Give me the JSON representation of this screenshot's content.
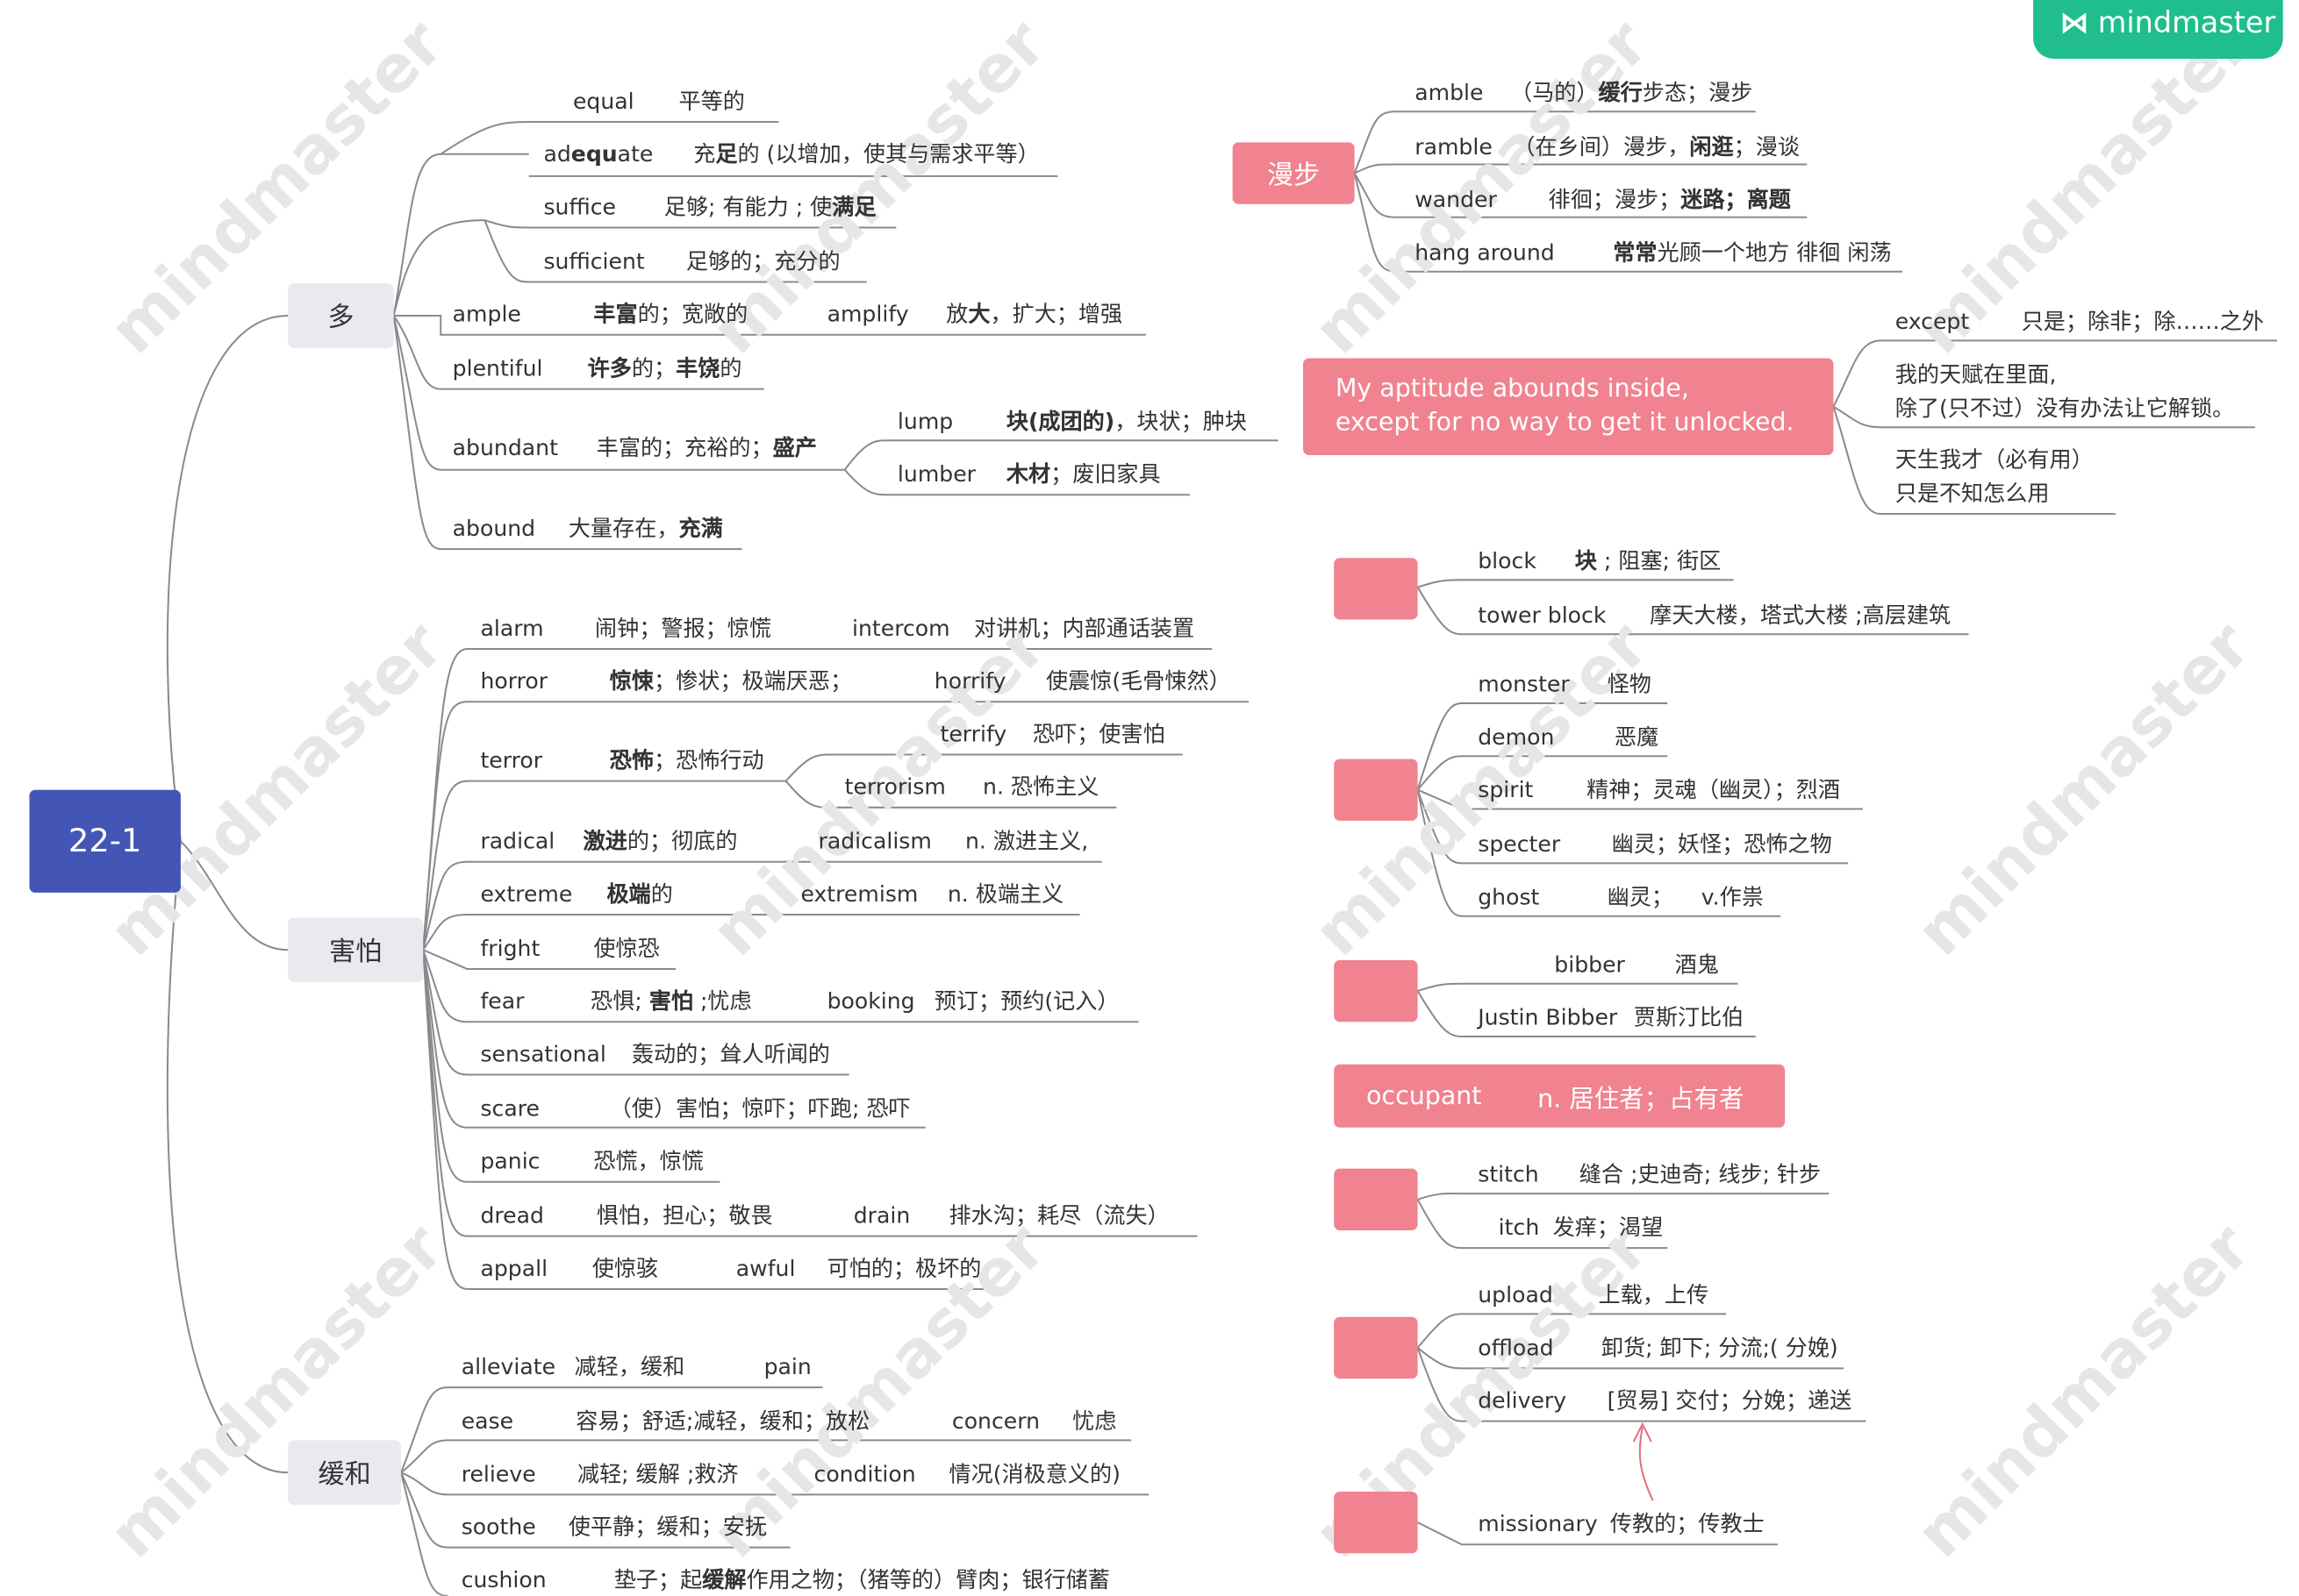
{
  "root": "22-1",
  "branches": {
    "duo": "多",
    "haipa": "害怕",
    "huanhe": "缓和",
    "manbu": "漫步"
  },
  "duo_items": {
    "equal": {
      "en": "equal",
      "cn": "平等的"
    },
    "adequate": {
      "en_a": "ad",
      "en_b": "equ",
      "en_c": "ate",
      "cn_a": "充",
      "cn_b": "足",
      "cn_c": "的 (以增加，使其与需求平等）"
    },
    "suffice": {
      "en": "suffice",
      "cn_a": "足够; 有能力 ; 使",
      "cn_b": "满足"
    },
    "sufficient": {
      "en": "sufficient",
      "cn": "足够的；充分的"
    },
    "ample": {
      "en": "ample",
      "cn_b": "丰富",
      "cn_a": "的；宽敞的",
      "en2": "amplify",
      "cn2_a": "放",
      "cn2_b": "大",
      "cn2_c": "，扩大；增强"
    },
    "plentiful": {
      "en": "plentiful",
      "cn_b1": "许多",
      "cn_a": "的；",
      "cn_b2": "丰饶",
      "cn_c": "的"
    },
    "abundant": {
      "en": "abundant",
      "cn_a": "丰富的；充裕的；",
      "cn_b": "盛产"
    },
    "lump": {
      "en": "lump",
      "cn_b": "块(成团的)",
      "cn_a": "，块状；肿块"
    },
    "lumber": {
      "en": "lumber",
      "cn_b": "木材",
      "cn_a": "；废旧家具"
    },
    "abound": {
      "en": "abound",
      "cn_a": "大量存在，",
      "cn_b": "充满"
    }
  },
  "haipa_items": {
    "alarm": {
      "en": "alarm",
      "cn": "闹钟；警报；惊慌",
      "en2": "intercom",
      "cn2": "对讲机；内部通话装置"
    },
    "horror": {
      "en": "horror",
      "cn_b": "惊悚",
      "cn_a": "；惨状；极端厌恶；",
      "en2": "horrify",
      "cn2": "使震惊(毛骨悚然）"
    },
    "terror": {
      "en": "terror",
      "cn_b": "恐怖",
      "cn_a": "；恐怖行动"
    },
    "terrify": {
      "en": "terrify",
      "cn": "恐吓；使害怕"
    },
    "terrorism": {
      "en": "terrorism",
      "cn": "n. 恐怖主义"
    },
    "radical": {
      "en": "radical",
      "cn_b": "激进",
      "cn_a": "的；彻底的",
      "en2": "radicalism",
      "cn2": "n. 激进主义,"
    },
    "extreme": {
      "en": "extreme",
      "cn_b": "极端",
      "cn_a": "的",
      "en2": "extremism",
      "cn2": "n. 极端主义"
    },
    "fright": {
      "en": "fright",
      "cn": "使惊恐"
    },
    "fear": {
      "en": "fear",
      "cn_a": "恐惧; ",
      "cn_b": "害怕",
      "cn_c": " ;忧虑",
      "en2": "booking",
      "cn2": "预订；预约(记入）"
    },
    "sensational": {
      "en": "sensational",
      "cn": "轰动的；耸人听闻的"
    },
    "scare": {
      "en": "scare",
      "cn": "（使）害怕；惊吓；吓跑; 恐吓"
    },
    "panic": {
      "en": "panic",
      "cn": "恐慌，惊慌"
    },
    "dread": {
      "en": "dread",
      "cn": "惧怕，担心；敬畏",
      "en2": "drain",
      "cn2": "排水沟；耗尽（流失）"
    },
    "appall": {
      "en": "appall",
      "cn": "使惊骇",
      "en2": "awful",
      "cn2": "可怕的；极坏的"
    }
  },
  "huanhe_items": {
    "alleviate": {
      "en": "alleviate",
      "cn": "减轻，缓和",
      "en2": "pain"
    },
    "ease": {
      "en": "ease",
      "cn": "容易；舒适;减轻，缓和；放松",
      "en2": "concern",
      "cn2": "忧虑"
    },
    "relieve": {
      "en": "relieve",
      "cn": "减轻; 缓解 ;救济",
      "en2": "condition",
      "cn2": "情况(消极意义的)"
    },
    "soothe": {
      "en": "soothe",
      "cn": "使平静；缓和；安抚"
    },
    "cushion": {
      "en": "cushion",
      "cn_a": "垫子；起",
      "cn_b": "缓解",
      "cn_c": "作用之物；（猪等的）臂肉；银行储蓄"
    }
  },
  "manbu_items": {
    "amble": {
      "en": "amble",
      "cn_a": "（马的）",
      "cn_b": "缓行",
      "cn_c": "步态；漫步"
    },
    "ramble": {
      "en": "ramble",
      "cn_a": "（在乡间）漫步，",
      "cn_b": "闲逛",
      "cn_c": "；漫谈"
    },
    "wander": {
      "en": "wander",
      "cn_a": "徘徊；漫步；",
      "cn_b": "迷路；离题"
    },
    "hang_around": {
      "en": "hang around",
      "cn_b": "常常",
      "cn_a": "光顾一个地方 徘徊 闲荡"
    }
  },
  "sentence": {
    "line1": "My aptitude abounds inside,",
    "line2": "except for no way to get it unlocked.",
    "except": {
      "en": "except",
      "cn": "只是；除非；除……之外"
    },
    "note1_l1": "我的天赋在里面,",
    "note1_l2": "除了(只不过）没有办法让它解锁。",
    "note2_l1": "天生我才（必有用）",
    "note2_l2": "只是不知怎么用"
  },
  "block_group": {
    "block": {
      "en": "block",
      "cn_b": "块",
      "cn_a": " ; 阻塞; 街区"
    },
    "tower_block": {
      "en": "tower block",
      "cn": "摩天大楼，塔式大楼 ;高层建筑"
    }
  },
  "monster_group": {
    "monster": {
      "en": "monster",
      "cn": "怪物"
    },
    "demon": {
      "en": "demon",
      "cn": "恶魔"
    },
    "spirit": {
      "en": "spirit",
      "cn": "精神；灵魂（幽灵）；烈酒"
    },
    "specter": {
      "en": "specter",
      "cn": "幽灵；妖怪；恐怖之物"
    },
    "ghost": {
      "en": "ghost",
      "cn": "幽灵；",
      "cn2": "v.作祟"
    }
  },
  "bibber_group": {
    "bibber": {
      "en": "bibber",
      "cn": "酒鬼"
    },
    "justin": {
      "en": "Justin Bibber",
      "cn": "贾斯汀比伯"
    }
  },
  "occupant": {
    "en": "occupant",
    "cn": "n. 居住者；占有者"
  },
  "stitch_group": {
    "stitch": {
      "en": "stitch",
      "cn": "缝合 ;史迪奇; 线步; 针步"
    },
    "itch": {
      "en": "itch",
      "cn": "发痒；渴望"
    }
  },
  "upload_group": {
    "upload": {
      "en": "upload",
      "cn": "上载，上传"
    },
    "offload": {
      "en": "offload",
      "cn": "卸货; 卸下; 分流;( 分娩)"
    },
    "delivery": {
      "en": "delivery",
      "cn": "[贸易] 交付；分娩；递送"
    }
  },
  "missionary": {
    "en": "missionary",
    "cn": "传教的；传教士"
  },
  "brand": {
    "name": "mindmaster",
    "watermark": "mindmaster"
  },
  "colors": {
    "root": "#4356b5",
    "pink": "#f0838f",
    "logo": "#1fbe8c",
    "line": "#888888"
  }
}
